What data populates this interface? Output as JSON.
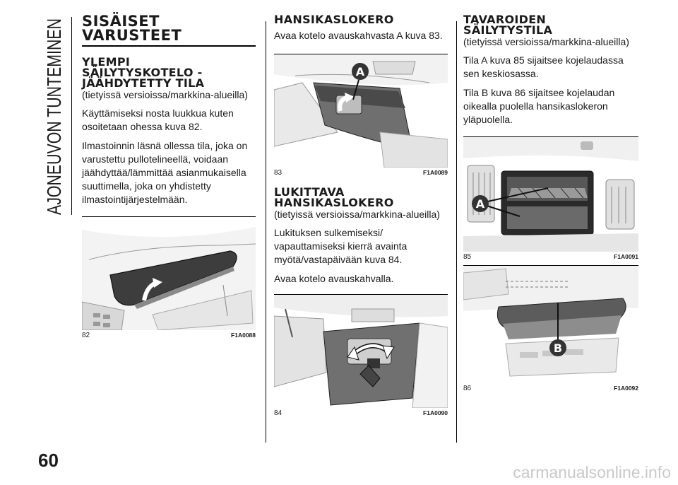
{
  "side_title": "AJONEUVON TUNTEMINEN",
  "page_number": "60",
  "watermark": "carmanualsonline.info",
  "col1": {
    "title_line1": "SISÄISET",
    "title_line2": "VARUSTEET",
    "sub1_line1": "YLEMPI",
    "sub1_line2": "SÄILYTYSKOTELO -",
    "sub1_line3": "JÄÄHDYTETTY TILA",
    "sub1_note": "(tietyissä versioissa/markkina-alueilla)",
    "para1": "Käyttämiseksi nosta luukkua kuten osoitetaan ohessa kuva 82.",
    "para2": "Ilmastoinnin läsnä ollessa tila, joka on varustettu pullotelineellä, voidaan jäähdyttää/lämmittää asianmukaisella suuttimella, joka on yhdistetty ilmastointijärjestelmään.",
    "fig_number": "82",
    "fig_code": "F1A0088"
  },
  "col2": {
    "heading1": "HANSIKASLOKERO",
    "para1": "Avaa kotelo avauskahvasta A kuva 83.",
    "fig1_label": "A",
    "fig1_number": "83",
    "fig1_code": "F1A0089",
    "heading2_line1": "LUKITTAVA",
    "heading2_line2": "HANSIKASLOKERO",
    "note2": "(tietyissä versioissa/markkina-alueilla)",
    "para2": "Lukituksen sulkemiseksi/ vapauttamiseksi kierrä avainta myötä/vastapäivään kuva 84.",
    "para3": "Avaa kotelo avauskahvalla.",
    "fig2_number": "84",
    "fig2_code": "F1A0090"
  },
  "col3": {
    "heading_line1": "TAVAROIDEN",
    "heading_line2": "SÄILYTYSTILA",
    "note": "(tietyissä versioissa/markkina-alueilla)",
    "para1": "Tila A kuva 85 sijaitsee kojelaudassa sen keskiosassa.",
    "para2": "Tila B kuva 86 sijaitsee kojelaudan oikealla puolella hansikaslokeron yläpuolella.",
    "fig1_label": "A",
    "fig1_number": "85",
    "fig1_code": "F1A0091",
    "fig2_label": "B",
    "fig2_number": "86",
    "fig2_code": "F1A0092"
  }
}
